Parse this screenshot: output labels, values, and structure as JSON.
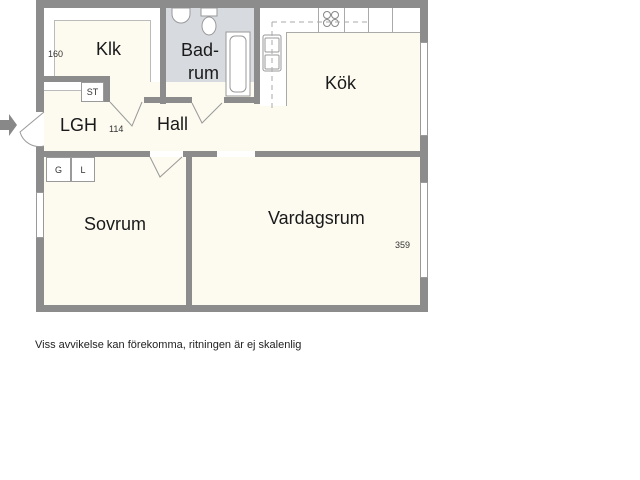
{
  "floorplan": {
    "rooms": [
      {
        "id": "klk",
        "label": "Klk",
        "dimension": "160"
      },
      {
        "id": "badrum",
        "label_line1": "Bad-",
        "label_line2": "rum"
      },
      {
        "id": "kok",
        "label": "Kök"
      },
      {
        "id": "lgh",
        "label": "LGH",
        "dimension": "114"
      },
      {
        "id": "hall",
        "label": "Hall"
      },
      {
        "id": "sovrum",
        "label": "Sovrum"
      },
      {
        "id": "vardagsrum",
        "label": "Vardagsrum",
        "dimension": "359"
      }
    ],
    "closets": {
      "st": "ST",
      "g": "G",
      "l": "L"
    },
    "entrance_icon": "arrow-right-icon",
    "colors": {
      "wall": "#8c8c8c",
      "floor": "#fdfbf0",
      "bathroom": "#d7dbe0"
    }
  },
  "disclaimer": "Viss avvikelse kan förekomma, ritningen är ej skalenlig"
}
